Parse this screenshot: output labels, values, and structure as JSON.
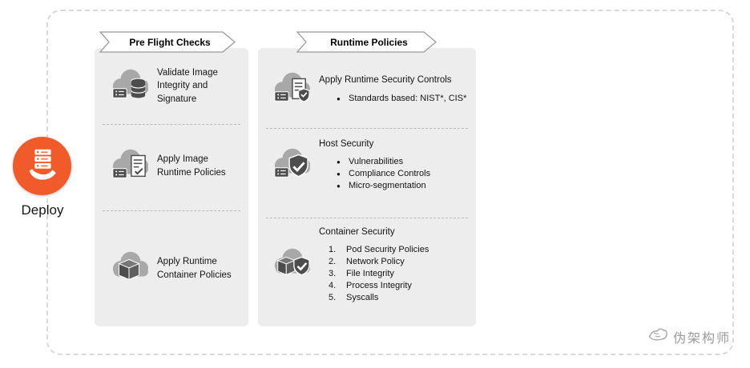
{
  "deploy": {
    "label": "Deploy",
    "icon": "hand-holding-servers-icon"
  },
  "colors": {
    "accent": "#F15B2A",
    "panel_bg": "#EDEDED",
    "icon_gray": "#A8A8A8",
    "icon_dark": "#4D4D4D",
    "dashed_border": "#D9D9D9"
  },
  "watermark": {
    "text": "伪架构师",
    "icon": "hand-logo-icon"
  },
  "panels": [
    {
      "title": "Pre Flight Checks",
      "items": [
        {
          "icon": "cloud-database-icon",
          "title": "Validate Image Integrity and Signature"
        },
        {
          "icon": "cloud-policy-document-icon",
          "title": "Apply Image Runtime Policies"
        },
        {
          "icon": "cloud-container-icon",
          "title": "Apply Runtime Container Policies"
        }
      ]
    },
    {
      "title": "Runtime Policies",
      "items": [
        {
          "icon": "cloud-verified-document-icon",
          "title": "Apply Runtime Security Controls",
          "list": [
            {
              "marker": "●",
              "text": "Standards based: NIST*, CIS*"
            }
          ]
        },
        {
          "icon": "cloud-shield-check-icon",
          "title": "Host Security",
          "list": [
            {
              "marker": "●",
              "text": "Vulnerabilities"
            },
            {
              "marker": "●",
              "text": "Compliance Controls"
            },
            {
              "marker": "●",
              "text": "Micro-segmentation"
            }
          ]
        },
        {
          "icon": "cloud-container-shield-icon",
          "title": "Container Security",
          "list": [
            {
              "marker": "1.",
              "text": "Pod Security Policies"
            },
            {
              "marker": "2.",
              "text": "Network Policy"
            },
            {
              "marker": "3.",
              "text": "File Integrity"
            },
            {
              "marker": "4.",
              "text": "Process Integrity"
            },
            {
              "marker": "5.",
              "text": "Syscalls"
            }
          ]
        }
      ]
    }
  ]
}
